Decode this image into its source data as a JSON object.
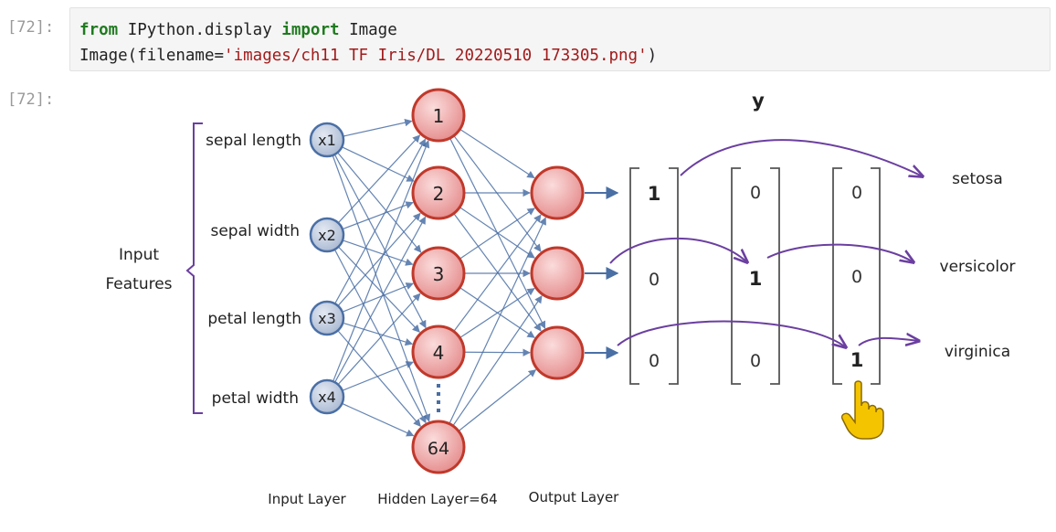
{
  "cells": [
    {
      "in_prompt": "[72]:",
      "code_line1": {
        "kw1": "from",
        "module": "IPython.display",
        "kw2": "import",
        "name": "Image"
      },
      "code_line2": {
        "call": "Image(filename=",
        "arg": "'images/ch11 TF Iris/DL 20220510 173305.png'",
        "close": ")"
      }
    }
  ],
  "output_prompt": "[72]:",
  "diagram": {
    "group_label": [
      "Input",
      "Features"
    ],
    "input_features": [
      "sepal length",
      "sepal width",
      "petal length",
      "petal width"
    ],
    "input_nodes": [
      "x1",
      "x2",
      "x3",
      "x4"
    ],
    "hidden_nodes": [
      "1",
      "2",
      "3",
      "4",
      "64"
    ],
    "output_nodes": [
      "",
      "",
      ""
    ],
    "y_label": "y",
    "matrix": [
      [
        "1",
        "0",
        "0"
      ],
      [
        "0",
        "1",
        "0"
      ],
      [
        "0",
        "0",
        "1"
      ]
    ],
    "class_names": [
      "setosa",
      "versicolor",
      "virginica"
    ],
    "layer_labels": [
      "Input Layer",
      "Hidden Layer=64",
      "Output Layer"
    ],
    "colors": {
      "input_fill": "#bcc8dc",
      "input_stroke": "#4a6fa5",
      "hidden_fill": "#ef9a9a",
      "hidden_stroke": "#c0392b",
      "edge": "#4a6fa5",
      "arrow": "#6b3fa0",
      "cursor": "#f5c400"
    },
    "icons": [
      "hand-pointer-icon"
    ]
  }
}
